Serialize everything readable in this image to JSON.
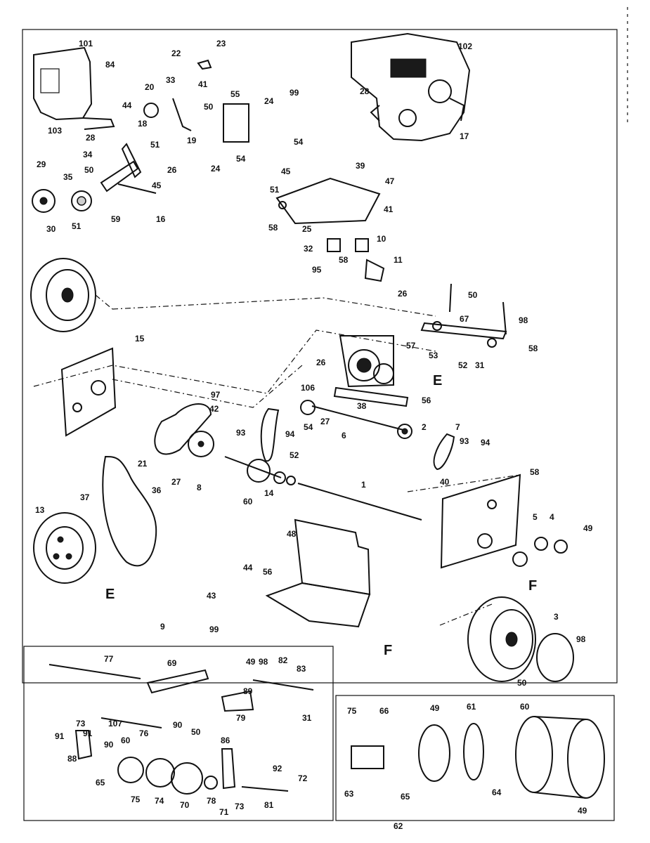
{
  "section_labels": {
    "inset_e": "E",
    "inset_f": "F",
    "frame_e": "E",
    "wheel_f": "F"
  },
  "callouts": [
    "101",
    "84",
    "103",
    "22",
    "23",
    "20",
    "33",
    "41",
    "55",
    "24",
    "99",
    "50",
    "19",
    "24",
    "54",
    "54",
    "44",
    "28",
    "18",
    "34",
    "51",
    "50",
    "26",
    "29",
    "35",
    "45",
    "30",
    "51",
    "59",
    "16",
    "102",
    "28",
    "17",
    "45",
    "39",
    "51",
    "47",
    "41",
    "58",
    "25",
    "10",
    "32",
    "58",
    "11",
    "95",
    "26",
    "50",
    "67",
    "98",
    "15",
    "57",
    "53",
    "52",
    "31",
    "58",
    "26",
    "106",
    "38",
    "56",
    "97",
    "42",
    "54",
    "27",
    "6",
    "2",
    "7",
    "93",
    "94",
    "93",
    "94",
    "21",
    "27",
    "8",
    "60",
    "14",
    "52",
    "1",
    "36",
    "37",
    "13",
    "58",
    "40",
    "5",
    "4",
    "49",
    "48",
    "44",
    "56",
    "43",
    "9",
    "99",
    "3",
    "98",
    "50",
    "77",
    "69",
    "49",
    "98",
    "82",
    "83",
    "89",
    "79",
    "31",
    "73",
    "91",
    "107",
    "90",
    "76",
    "50",
    "91",
    "88",
    "90",
    "60",
    "65",
    "75",
    "74",
    "70",
    "78",
    "71",
    "86",
    "73",
    "92",
    "81",
    "72",
    "75",
    "66",
    "49",
    "61",
    "60",
    "63",
    "65",
    "64",
    "49",
    "62"
  ]
}
